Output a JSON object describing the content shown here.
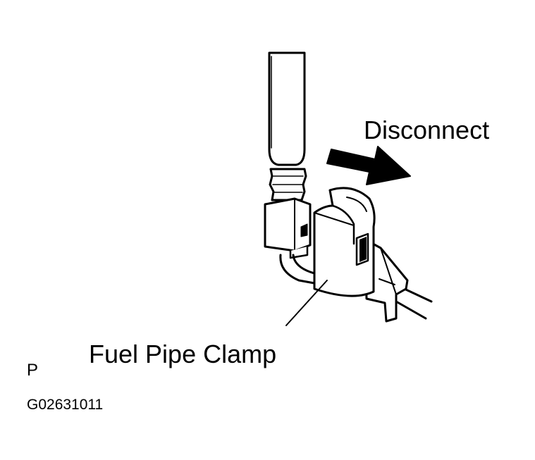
{
  "labels": {
    "direction": "Disconnect",
    "part": "Fuel Pipe Clamp",
    "section": "P",
    "figure_code": "G02631011"
  },
  "colors": {
    "ink": "#000000",
    "paper": "#ffffff"
  }
}
